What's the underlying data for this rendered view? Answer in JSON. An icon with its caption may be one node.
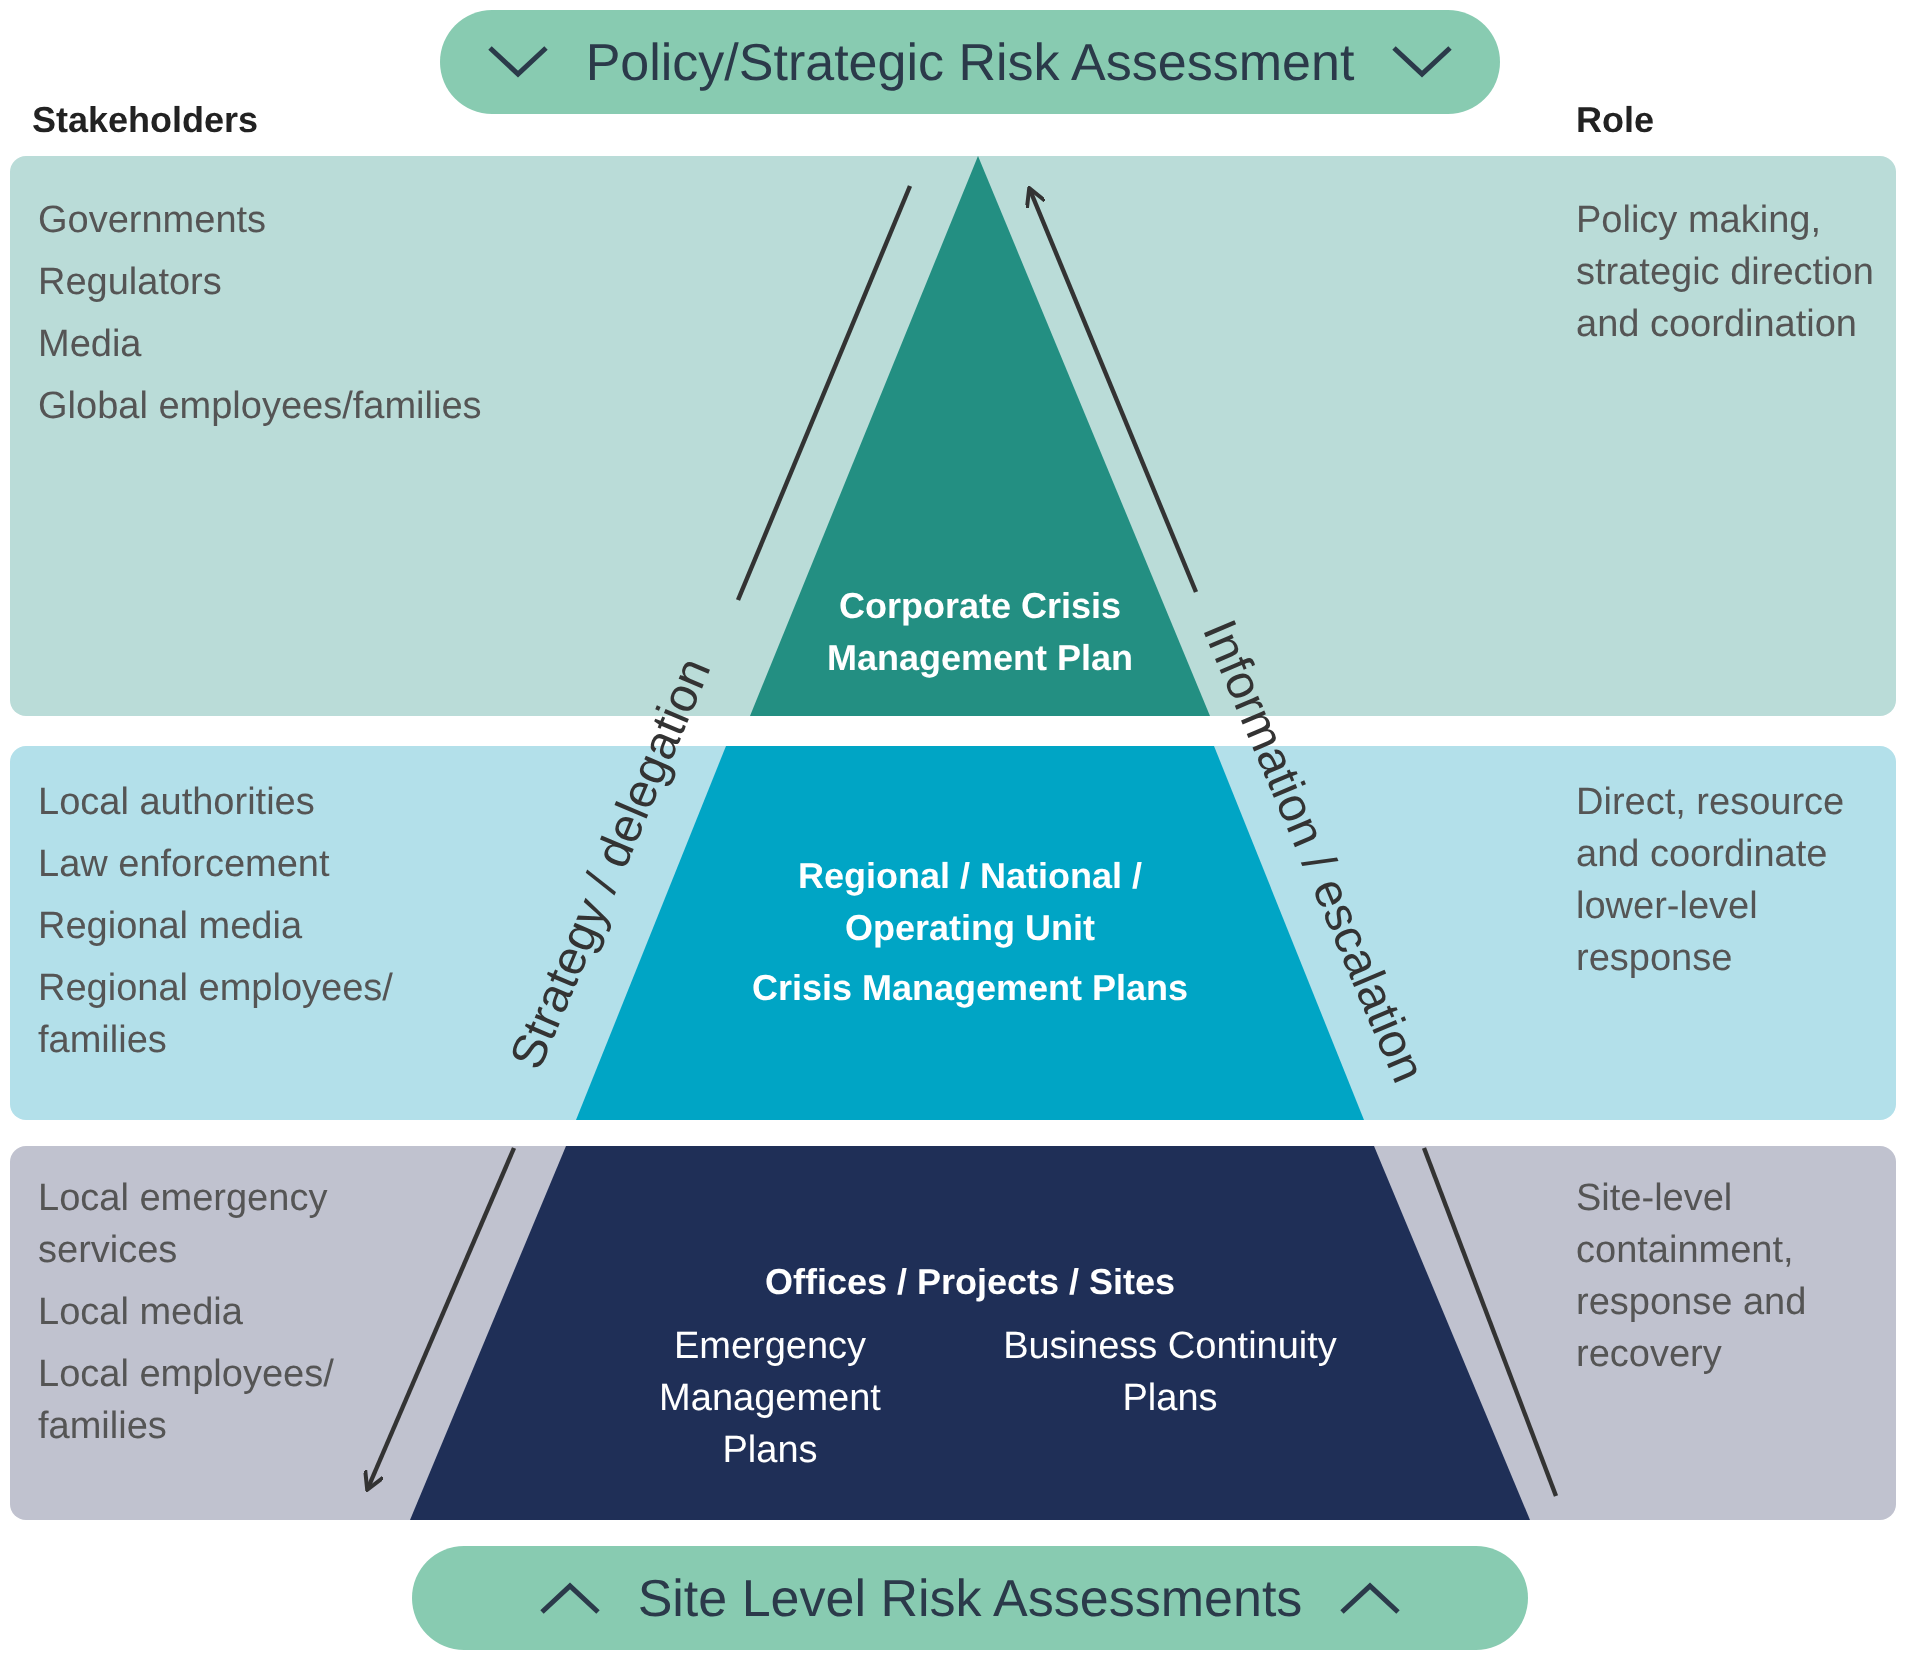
{
  "diagram": {
    "nodes": [
      {
        "text": [
          "Policy/Strategic Risk Assessment"
        ]
      },
      {
        "text": [
          "Governments",
          "Regulators",
          "Media",
          "Global employees/families",
          "Policy making, strategic direction and coordination"
        ]
      },
      {
        "text": [
          "Corporate Crisis Management Plan"
        ],
        "in": 1
      },
      {
        "text": [
          "Local authorities",
          "Law enforcement",
          "Regional media",
          "Regional employees/ families",
          "Direct, resource and coordinate lower-level response"
        ]
      },
      {
        "text": [
          "Regional / National / Operating Unit",
          "Crisis Management Plans"
        ],
        "in": 3
      },
      {
        "text": [
          "Local emergency services",
          "Local media",
          "Local employees/ families",
          "Site-level containment, response and recovery"
        ]
      },
      {
        "text": [
          "Offices / Projects / Sites",
          "Emergency Management Plans",
          "Business Continuity Plans"
        ],
        "in": 5
      },
      {
        "text": [
          "Site Level Risk Assessments"
        ]
      }
    ],
    "edges": [],
    "labels": [
      "Stakeholders",
      "Role",
      "Strategy / delegation",
      "Information / escalation"
    ]
  }
}
